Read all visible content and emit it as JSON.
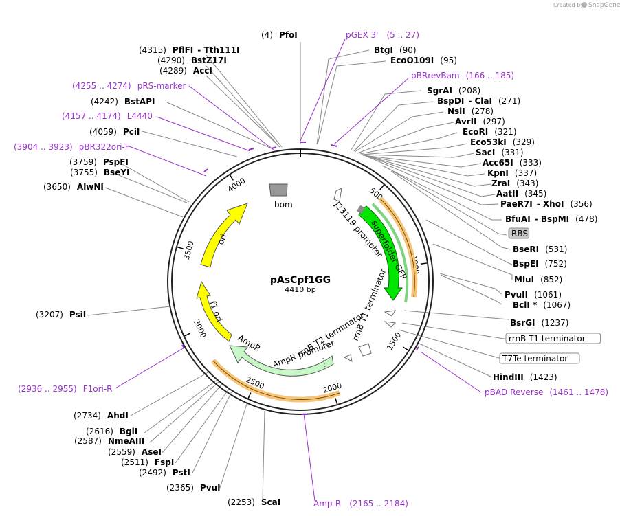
{
  "credit": {
    "prefix": "Created by",
    "brand": "SnapGene"
  },
  "plasmid": {
    "name": "pAsCpf1GG",
    "size_label": "4410 bp",
    "length": 4410
  },
  "ticks": [
    "500",
    "1000",
    "1500",
    "2000",
    "2500",
    "3000",
    "3500",
    "4000"
  ],
  "colors": {
    "backbone": "#222222",
    "primer": "#9a32cd",
    "gfp": "#00e600",
    "ampr": "#c8f7c8",
    "origin": "#ffff00",
    "orange_band": "#f5c57a",
    "misc_gray": "#999999",
    "promoter_outline": "#555555"
  },
  "right_labels": [
    {
      "name": "BtgI",
      "pos": "(90)"
    },
    {
      "name": "EcoO109I",
      "pos": "(95)"
    },
    {
      "name": "pBRrevBam",
      "pos": "(166 .. 185)",
      "primer": true
    },
    {
      "name": "SgrAI",
      "pos": "(208)"
    },
    {
      "name": "BspDI",
      "pos": "(271)",
      "alt": "ClaI"
    },
    {
      "name": "NsiI",
      "pos": "(278)"
    },
    {
      "name": "AvrII",
      "pos": "(297)"
    },
    {
      "name": "EcoRI",
      "pos": "(321)"
    },
    {
      "name": "Eco53kI",
      "pos": "(329)"
    },
    {
      "name": "SacI",
      "pos": "(331)"
    },
    {
      "name": "Acc65I",
      "pos": "(333)"
    },
    {
      "name": "KpnI",
      "pos": "(337)"
    },
    {
      "name": "ZraI",
      "pos": "(343)"
    },
    {
      "name": "AatII",
      "pos": "(345)"
    },
    {
      "name": "PaeR7I",
      "pos": "(356)",
      "alt": "XhoI"
    },
    {
      "name": "BfuAI",
      "pos": "(478)",
      "alt": "BspMI"
    },
    {
      "name": "RBS",
      "pos": "",
      "box": "gray"
    },
    {
      "name": "BseRI",
      "pos": "(531)"
    },
    {
      "name": "BspEI",
      "pos": "(752)"
    },
    {
      "name": "MluI",
      "pos": "(852)"
    },
    {
      "name": "PvuII",
      "pos": "(1061)"
    },
    {
      "name": "BclI *",
      "pos": "(1067)"
    },
    {
      "name": "BsrGI",
      "pos": "(1237)"
    },
    {
      "name": "rrnB T1 terminator",
      "pos": "",
      "box": "white"
    },
    {
      "name": "T7Te terminator",
      "pos": "",
      "box": "white"
    },
    {
      "name": "HindIII",
      "pos": "(1423)"
    },
    {
      "name": "pBAD Reverse",
      "pos": "(1461 .. 1478)",
      "primer": true
    }
  ],
  "left_labels": [
    {
      "name": "PfoI",
      "pos": "(4)"
    },
    {
      "name": "PflFI",
      "pos": "(4315)",
      "alt": "Tth111I"
    },
    {
      "name": "BstZ17I",
      "pos": "(4290)"
    },
    {
      "name": "AccI",
      "pos": "(4289)"
    },
    {
      "name": "pRS-marker",
      "pos": "(4255 .. 4274)",
      "primer": true
    },
    {
      "name": "BstAPI",
      "pos": "(4242)"
    },
    {
      "name": "L4440",
      "pos": "(4157 .. 4174)",
      "primer": true
    },
    {
      "name": "PciI",
      "pos": "(4059)"
    },
    {
      "name": "pBR322ori-F",
      "pos": "(3904 .. 3923)",
      "primer": true
    },
    {
      "name": "PspFI",
      "pos": "(3759)"
    },
    {
      "name": "BseYI",
      "pos": "(3755)"
    },
    {
      "name": "AlwNI",
      "pos": "(3650)"
    },
    {
      "name": "PsiI",
      "pos": "(3207)"
    },
    {
      "name": "F1ori-R",
      "pos": "(2936 .. 2955)",
      "primer": true
    },
    {
      "name": "AhdI",
      "pos": "(2734)"
    },
    {
      "name": "BglI",
      "pos": "(2616)"
    },
    {
      "name": "NmeAIII",
      "pos": "(2587)"
    },
    {
      "name": "AseI",
      "pos": "(2559)"
    },
    {
      "name": "FspI",
      "pos": "(2511)"
    },
    {
      "name": "PstI",
      "pos": "(2492)"
    },
    {
      "name": "PvuI",
      "pos": "(2365)"
    },
    {
      "name": "ScaI",
      "pos": "(2253)"
    },
    {
      "name": "Amp-R",
      "pos": "(2165 .. 2184)",
      "primer": true
    },
    {
      "name": "pGEX 3'",
      "pos": "(5 .. 27)",
      "primer": true
    }
  ],
  "features": {
    "bom": "bom",
    "ori": "ori",
    "f1ori": "f1 ori",
    "ampr": "AmpR",
    "ampr_promoter": "AmpR promoter",
    "rrnb_t2": "rrnB T2 terminator",
    "rrnb_t1": "rrnB T1 terminator",
    "gfp": "superfolder GFP",
    "j23119": "J23119 promoter"
  }
}
